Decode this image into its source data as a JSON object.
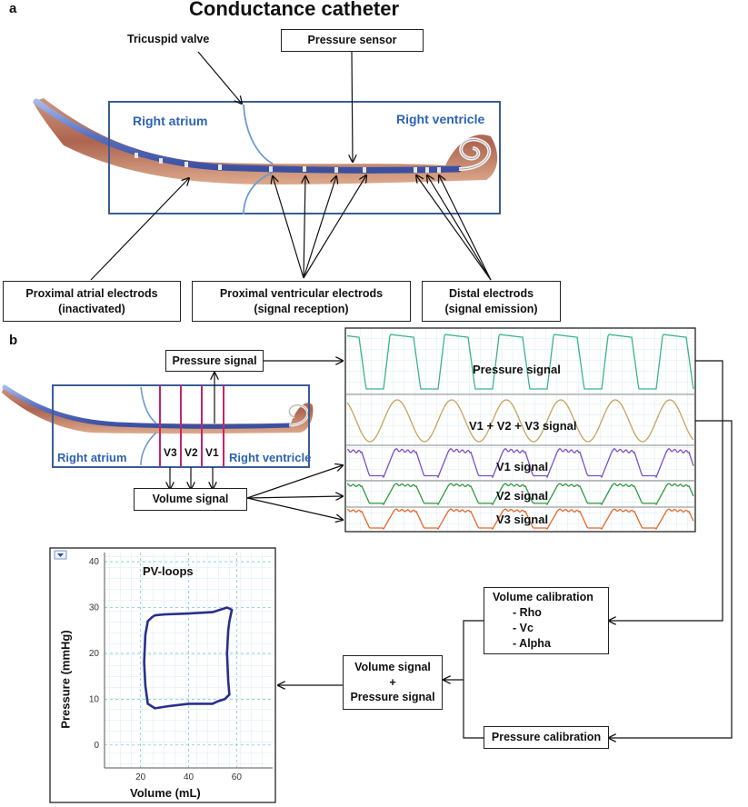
{
  "panel_a": {
    "letter": "a",
    "title": "Conductance catheter",
    "tricuspid_valve": "Tricuspid valve",
    "pressure_sensor": "Pressure sensor",
    "right_atrium": "Right atrium",
    "right_ventricle": "Right ventricle",
    "proximal_atrial": [
      "Proximal atrial electrods",
      "(inactivated)"
    ],
    "proximal_ventricular": [
      "Proximal ventricular electrods",
      "(signal reception)"
    ],
    "distal": [
      "Distal electrods",
      "(signal emission)"
    ]
  },
  "panel_b": {
    "letter": "b",
    "pressure_signal_box": "Pressure signal",
    "volume_signal_box": "Volume  signal",
    "right_atrium": "Right atrium",
    "right_ventricle": "Right ventricle",
    "segments": [
      "V3",
      "V2",
      "V1"
    ],
    "traces": [
      {
        "name": "Pressure signal",
        "color": "#3bb48a"
      },
      {
        "name": "V1 + V2 + V3 signal",
        "color": "#c9a15a"
      },
      {
        "name": "V1 signal",
        "color": "#7a4fc4"
      },
      {
        "name": "V2 signal",
        "color": "#2e9a3c"
      },
      {
        "name": "V3 signal",
        "color": "#e8662a"
      }
    ],
    "volume_calibration": {
      "title": "Volume calibration",
      "items": [
        "- Rho",
        "- Vc",
        "- Alpha"
      ]
    },
    "combined": [
      "Volume signal",
      "+",
      "Pressure signal"
    ],
    "pressure_calibration": "Pressure calibration"
  },
  "chart_data": {
    "type": "line",
    "title": "PV-loops",
    "xlabel": "Volume (mL)",
    "ylabel": "Pressure (mmHg)",
    "xlim": [
      5,
      75
    ],
    "ylim": [
      -5,
      42
    ],
    "x_ticks": [
      20,
      40,
      60
    ],
    "y_ticks": [
      0,
      10,
      20,
      30,
      40
    ],
    "grid": true,
    "series": [
      {
        "x": [
          25,
          23,
          22,
          21.5,
          22,
          23,
          26,
          32,
          40,
          46,
          50,
          52,
          55,
          57,
          56.5,
          56,
          56.5,
          57,
          58,
          56,
          50,
          40,
          30,
          26,
          25
        ],
        "y": [
          28,
          27,
          24,
          18,
          13,
          9,
          8,
          8.5,
          9,
          9,
          9,
          9.5,
          10,
          11,
          14,
          20,
          25,
          27,
          29.5,
          30,
          29,
          28.7,
          28.5,
          28.3,
          28
        ]
      }
    ],
    "line_color": "#2a2f8a"
  }
}
